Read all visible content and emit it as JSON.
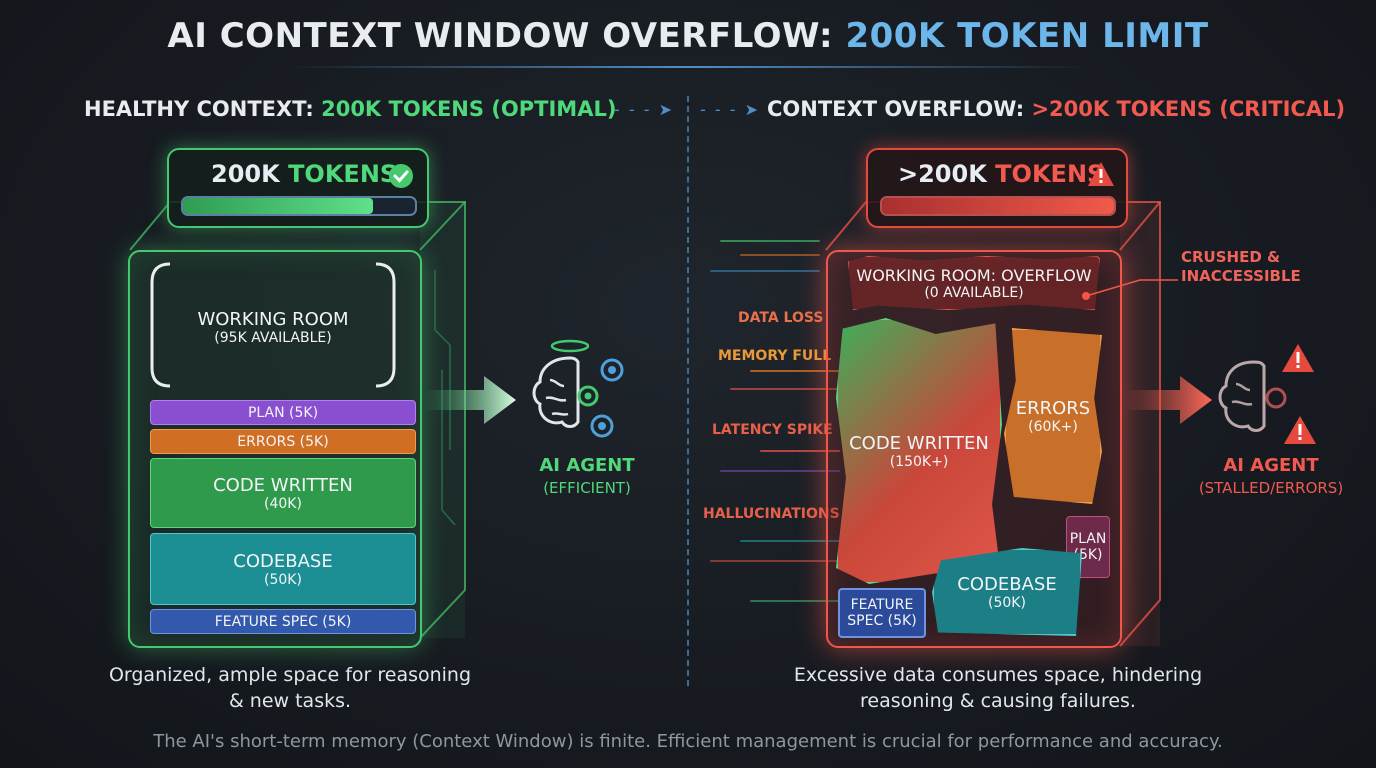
{
  "title": {
    "main": "AI CONTEXT WINDOW OVERFLOW: ",
    "highlight": "200K TOKEN LIMIT"
  },
  "healthy": {
    "heading_prefix": "HEALTHY CONTEXT: ",
    "heading_value": "200K TOKENS (OPTIMAL)",
    "badge_number": "200K",
    "badge_word": "TOKENS",
    "token_fill_fraction": 0.82,
    "layers": {
      "working_room": {
        "label": "WORKING ROOM",
        "sub": "(95K AVAILABLE)"
      },
      "plan": "PLAN (5K)",
      "errors": "ERRORS (5K)",
      "code_written": {
        "label": "CODE WRITTEN",
        "sub": "(40K)"
      },
      "codebase": {
        "label": "CODEBASE",
        "sub": "(50K)"
      },
      "feature_spec": "FEATURE SPEC (5K)"
    },
    "agent": {
      "label": "AI AGENT",
      "sub": "(EFFICIENT)"
    },
    "caption_line1": "Organized, ample space for reasoning",
    "caption_line2": "& new tasks."
  },
  "overflow": {
    "heading_prefix": "CONTEXT OVERFLOW: ",
    "heading_value": ">200K TOKENS (CRITICAL)",
    "badge_number": ">200K",
    "badge_word": "TOKENS",
    "token_fill_fraction": 1.0,
    "layers": {
      "working_room": {
        "label": "WORKING ROOM: OVERFLOW",
        "sub": "(0 AVAILABLE)"
      },
      "code_written": {
        "label": "CODE WRITTEN",
        "sub": "(150K+)"
      },
      "errors": {
        "label": "ERRORS",
        "sub": "(60K+)"
      },
      "plan": {
        "label": "PLAN",
        "sub": "(5K)"
      },
      "codebase": {
        "label": "CODEBASE",
        "sub": "(50K)"
      },
      "feature_spec": {
        "label": "FEATURE",
        "sub": "SPEC (5K)"
      }
    },
    "annotation": {
      "line1": "CRUSHED &",
      "line2": "INACCESSIBLE"
    },
    "side_labels": [
      "DATA LOSS",
      "MEMORY FULL",
      "LATENCY SPIKE",
      "HALLUCINATIONS"
    ],
    "agent": {
      "label": "AI AGENT",
      "sub": "(STALLED/ERRORS)"
    },
    "caption_line1": "Excessive data consumes space, hindering",
    "caption_line2": "reasoning & causing failures."
  },
  "footer": "The AI's short-term memory (Context Window) is finite. Efficient management is crucial for performance and accuracy.",
  "colors": {
    "healthy": "#46c96e",
    "critical": "#f0564a",
    "accent_blue": "#6cb6ea",
    "plan": "#8a4fd0",
    "errors": "#e07a2a",
    "codebase": "#1f9aa0",
    "feature_spec": "#3a63b8"
  },
  "icons": [
    "check-circle-icon",
    "warning-triangle-icon",
    "brain-gear-icon",
    "arrow-right-icon"
  ]
}
